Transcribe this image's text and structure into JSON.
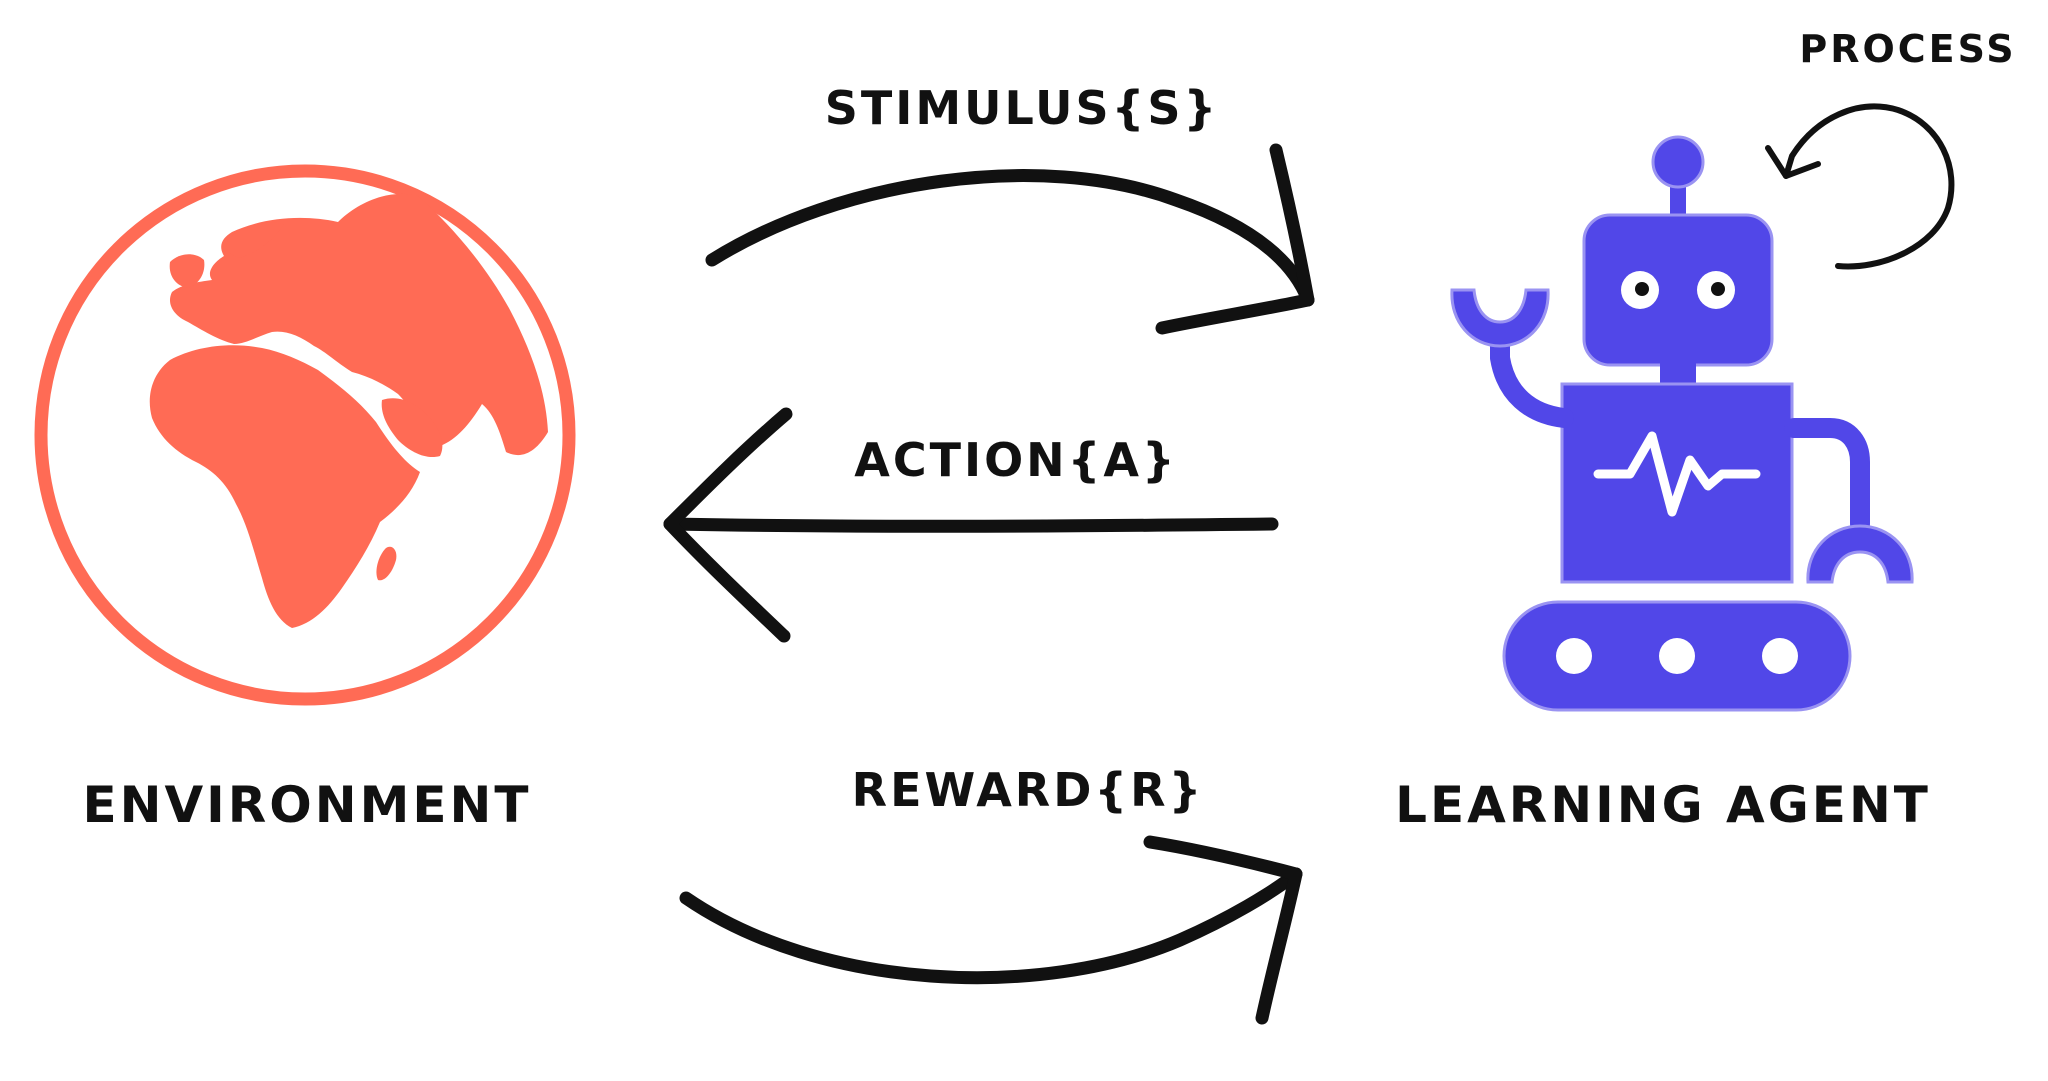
{
  "labels": {
    "stimulus": "STIMULUS{S}",
    "action": "ACTION{A}",
    "reward": "REWARD{R}",
    "environment": "ENVIRONMENT",
    "agent": "LEARNING AGENT",
    "process": "PROCESS"
  },
  "icons": {
    "environment": "globe-icon",
    "agent": "robot-icon"
  },
  "colors": {
    "globe": "#ff6b55",
    "robot": "#5147e8",
    "robot_outline": "#9a93f2",
    "ink": "#111111",
    "background": "#ffffff"
  }
}
